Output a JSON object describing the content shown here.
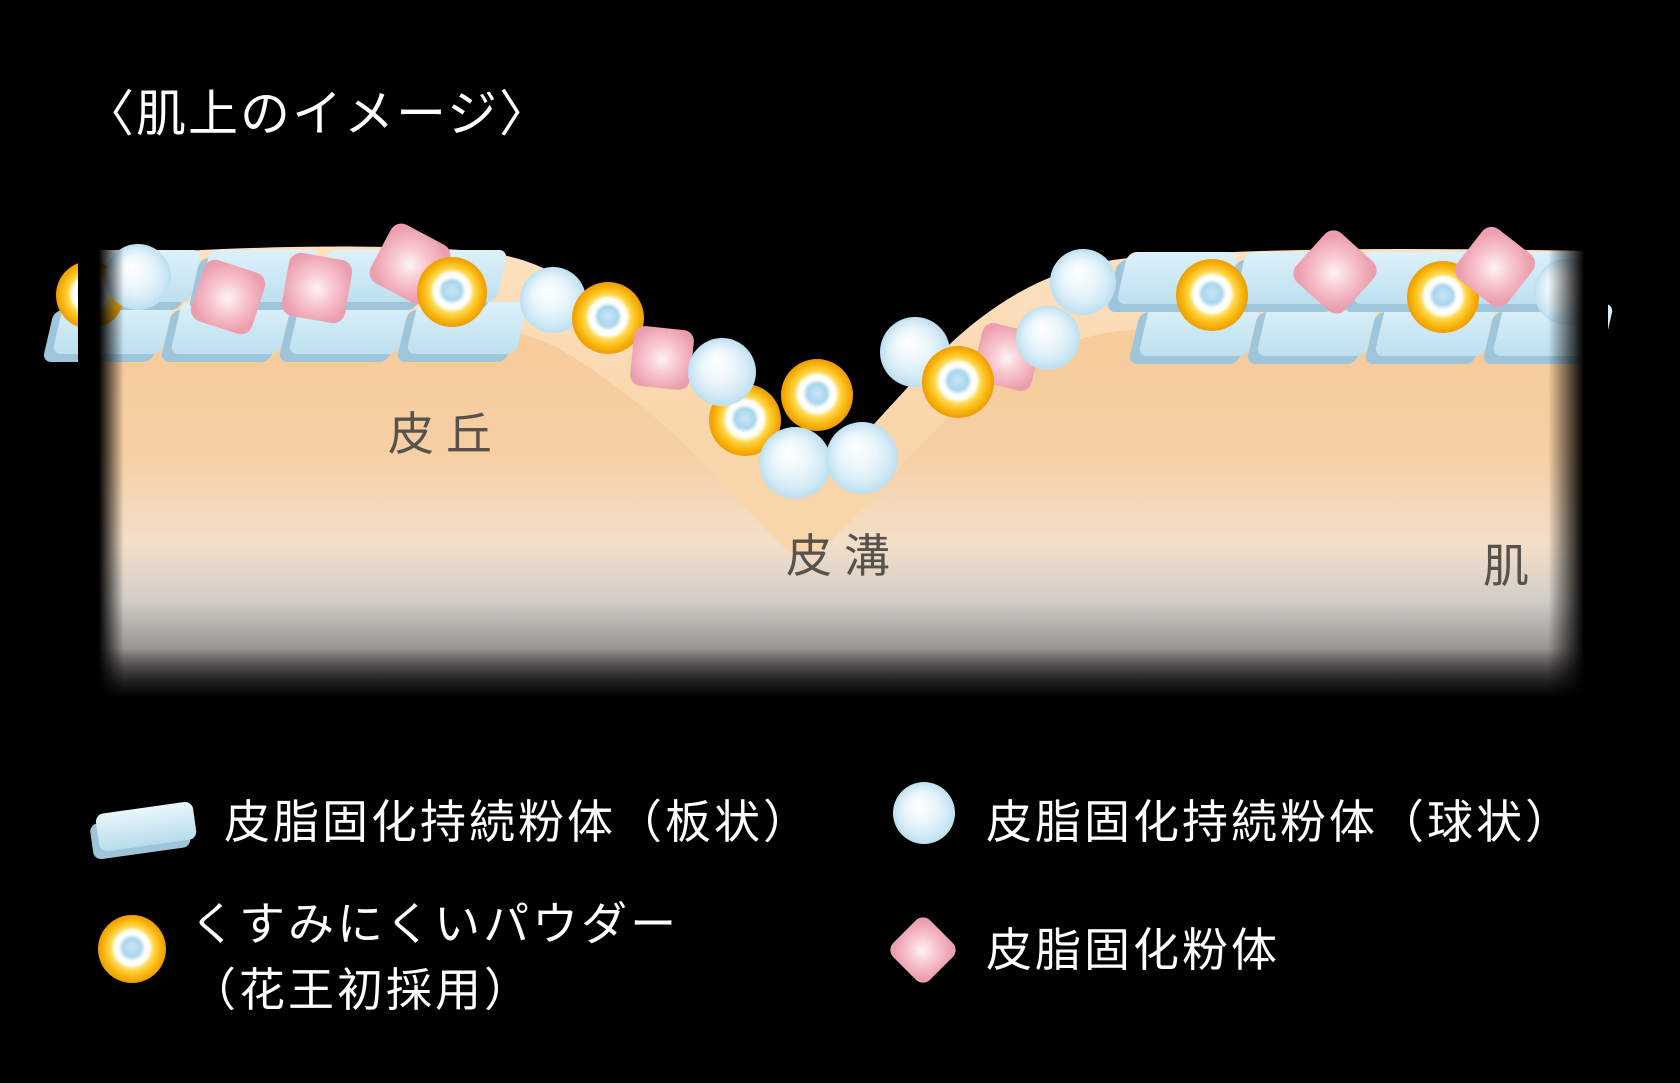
{
  "title": "〈肌上のイメージ〉",
  "diagram": {
    "labels": {
      "skin_hill": "皮丘",
      "skin_groove": "皮溝",
      "skin": "肌"
    },
    "colors": {
      "background": "#000000",
      "skin_surface_band": "#fbdcb6",
      "skin_inner": "#f6cb9b",
      "skin_cream": "#f3dfc9",
      "skin_fade_gray": "#96938f",
      "plate_blue": "#c3e3f2",
      "plate_edge": "#9ec5da",
      "sphere_blue": "#cfe9f6",
      "ring_yellow": "#f2a100",
      "ring_inner_blue": "#aed9f0",
      "diamond_pink": "#efa5b3",
      "label_text": "#57534c",
      "legend_text": "#ffffff"
    }
  },
  "legend": {
    "items": [
      {
        "label": "皮脂固化持続粉体（板状）"
      },
      {
        "label": "皮脂固化持続粉体（球状）"
      },
      {
        "label": "くすみにくいパウダー",
        "label2": "（花王初採用）"
      },
      {
        "label": "皮脂固化粉体"
      }
    ]
  }
}
